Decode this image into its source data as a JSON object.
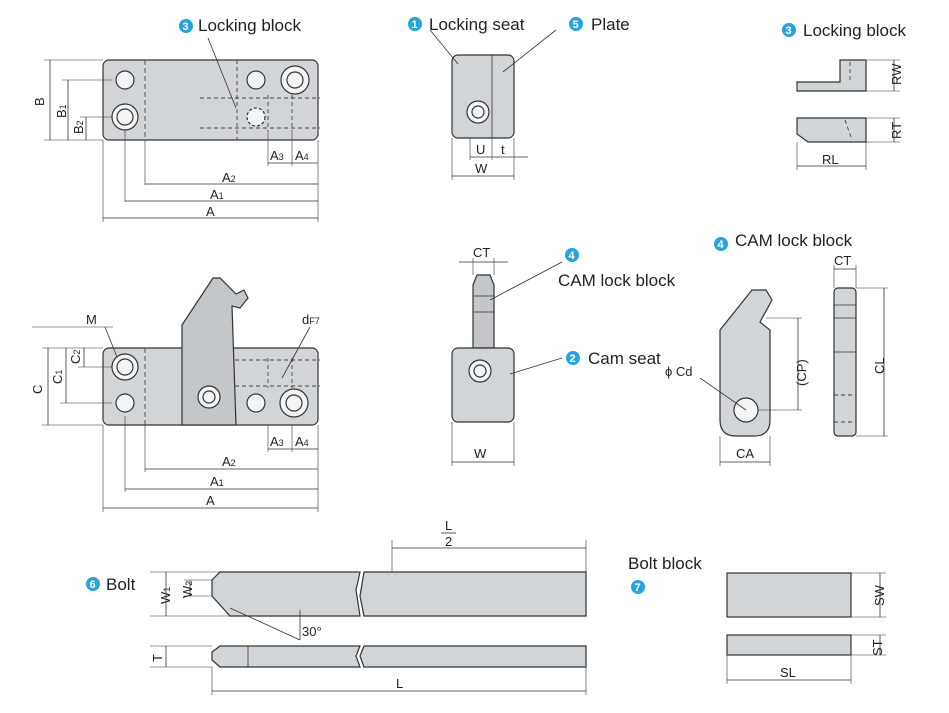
{
  "labels": {
    "locking_block_top": {
      "num": "3",
      "text": "Locking block"
    },
    "locking_seat": {
      "num": "1",
      "text": "Locking seat"
    },
    "plate": {
      "num": "5",
      "text": "Plate"
    },
    "locking_block_right": {
      "num": "3",
      "text": "Locking block"
    },
    "cam_lock_block_mid": {
      "num": "4",
      "text": "CAM lock block"
    },
    "cam_lock_block_right": {
      "num": "4",
      "text": "CAM lock block"
    },
    "cam_seat": {
      "num": "2",
      "text": "Cam seat"
    },
    "bolt": {
      "num": "6",
      "text": "Bolt"
    },
    "bolt_block": {
      "num": "7",
      "text": "Bolt block"
    }
  },
  "dims": {
    "B": "B",
    "B1": "B",
    "B1s": "1",
    "B2": "B",
    "B2s": "2",
    "A": "A",
    "A1": "A",
    "A1s": "1",
    "A2": "A",
    "A2s": "2",
    "A3": "A",
    "A3s": "3",
    "A4": "A",
    "A4s": "4",
    "U": "U",
    "t": "t",
    "W": "W",
    "RW": "RW",
    "RT": "RT",
    "RL": "RL",
    "M": "M",
    "d": "d",
    "dF7": "F7",
    "C": "C",
    "C1": "C",
    "C1s": "1",
    "C2": "C",
    "C2s": "2",
    "CT": "CT",
    "W2": "W",
    "CTr": "CT",
    "CP": "(CP)",
    "CL": "CL",
    "Cd": "ϕ Cd",
    "CA": "CA",
    "L": "L",
    "L2n": "L",
    "L2d": "2",
    "W1": "W",
    "W1s": "1",
    "Wb": "W",
    "Wbs": "2",
    "T": "T",
    "angle": "30°",
    "SW": "SW",
    "ST": "ST",
    "SL": "SL"
  }
}
